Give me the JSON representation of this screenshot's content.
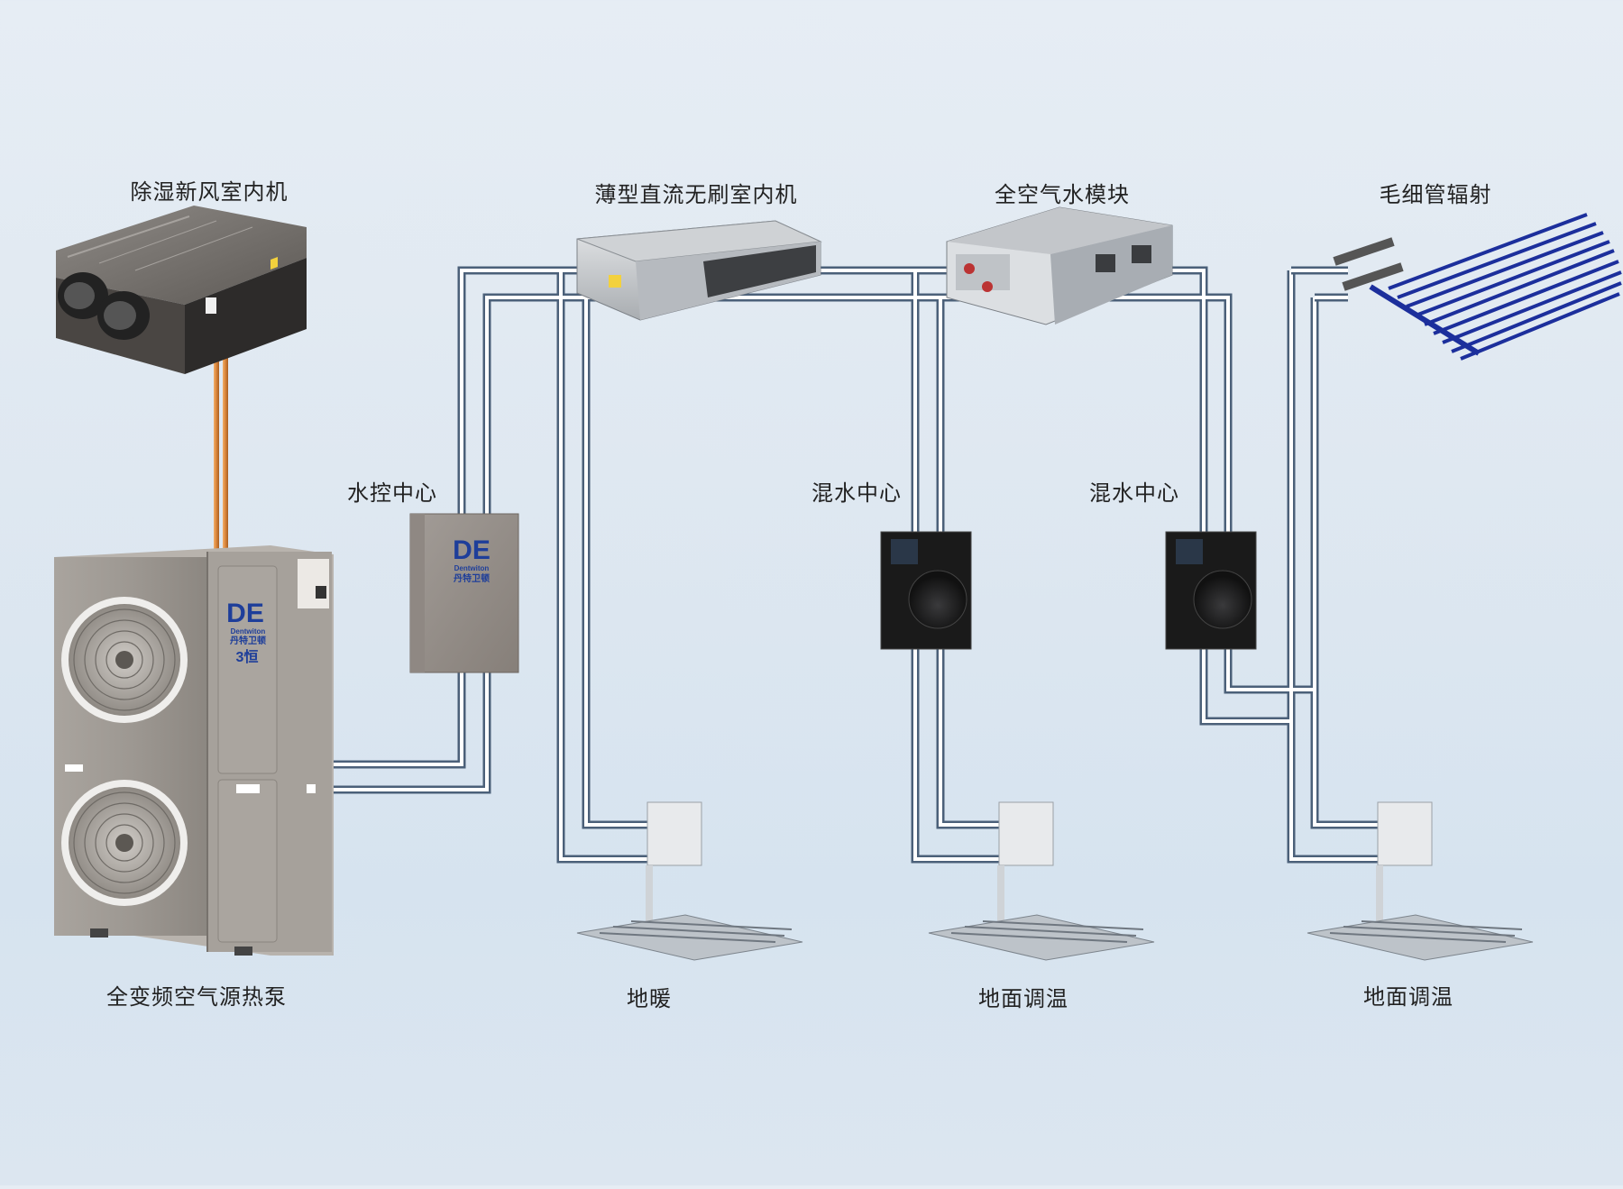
{
  "labels": {
    "fresh_air_unit": "除湿新风室内机",
    "thin_dc_unit": "薄型直流无刷室内机",
    "air_water_module": "全空气水模块",
    "capillary_radiant": "毛细管辐射",
    "water_control_center": "水控中心",
    "mixing_center_1": "混水中心",
    "mixing_center_2": "混水中心",
    "heat_pump": "全变频空气源热泵",
    "floor_heating": "地暖",
    "floor_temp_1": "地面调温",
    "floor_temp_2": "地面调温"
  },
  "brand": {
    "logo_mark": "DE",
    "name_en": "Dentwiton",
    "name_cn": "丹特卫顿",
    "badge": "3恒"
  },
  "colors": {
    "pipe": "#ffffff",
    "pipe_outline": "#4a5f78",
    "copper": "#d9843a",
    "unit_grey": "#9a9690",
    "brand_blue": "#1e3e9a",
    "radiant_blue": "#1c2f9c"
  }
}
